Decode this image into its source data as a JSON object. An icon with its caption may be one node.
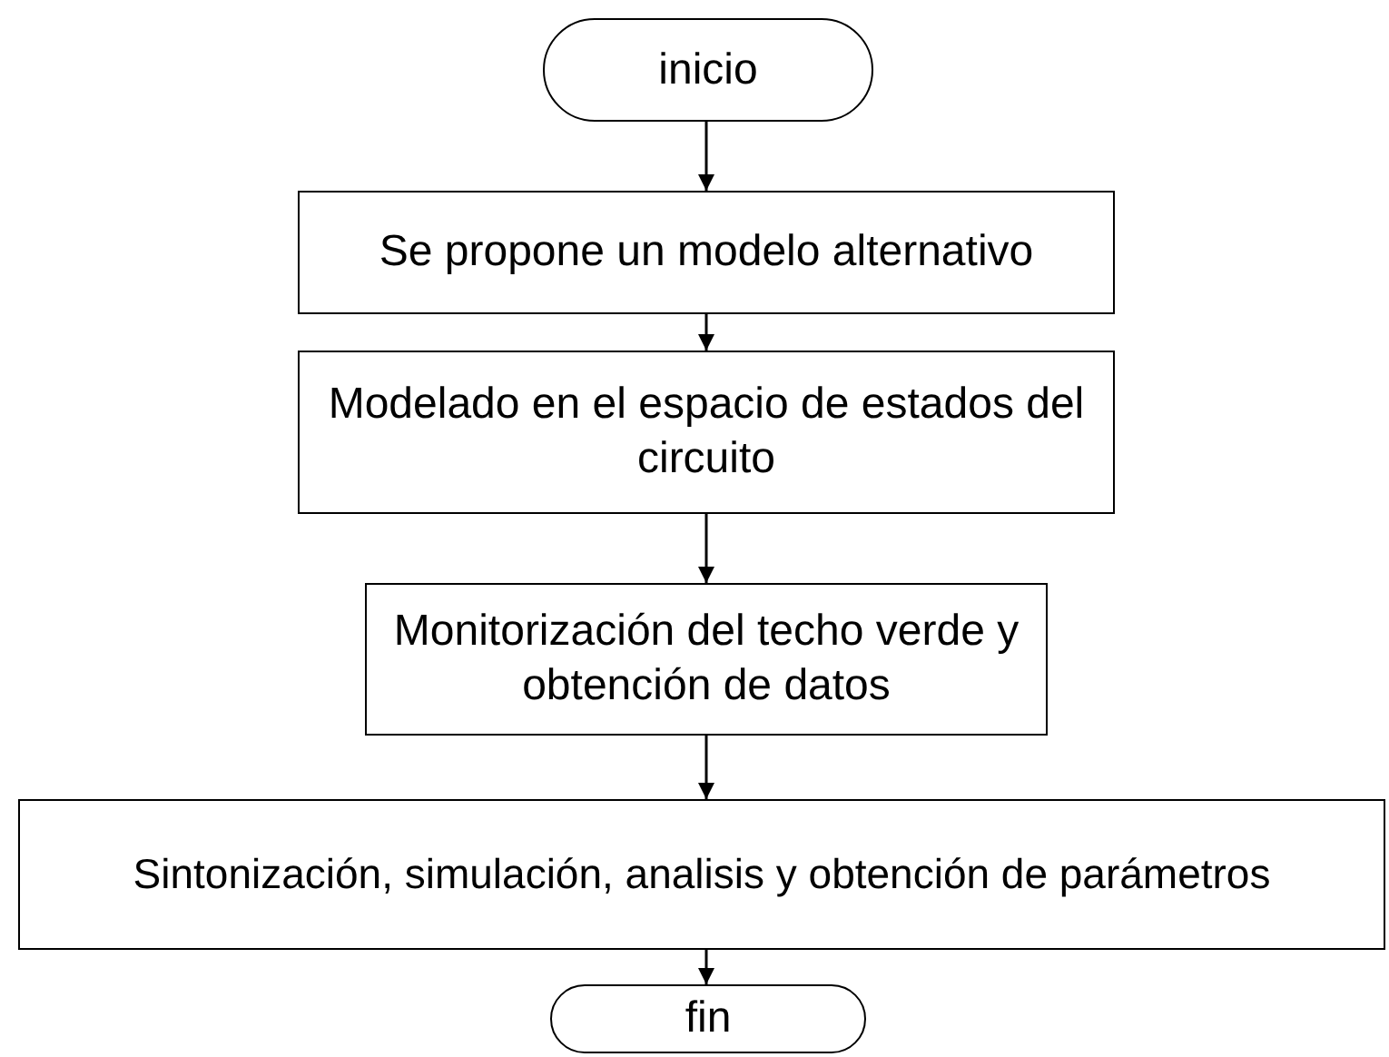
{
  "diagram": {
    "nodes": [
      {
        "text": [
          "inicio"
        ]
      },
      {
        "text": [
          "Se propone un modelo alternativo"
        ]
      },
      {
        "text": [
          "Modelado en el espacio de estados del circuito"
        ]
      },
      {
        "text": [
          "Monitorización del techo verde y obtención de datos"
        ]
      },
      {
        "text": [
          "Sintonización, simulación, analisis y obtención de parámetros"
        ]
      },
      {
        "text": [
          "fin"
        ]
      }
    ],
    "edges": [
      {
        "from": 0,
        "to": 1,
        "arrow": "to"
      },
      {
        "from": 1,
        "to": 2,
        "arrow": "to"
      },
      {
        "from": 2,
        "to": 3,
        "arrow": "to"
      },
      {
        "from": 3,
        "to": 4,
        "arrow": "to"
      },
      {
        "from": 4,
        "to": 5,
        "arrow": "to"
      }
    ]
  }
}
